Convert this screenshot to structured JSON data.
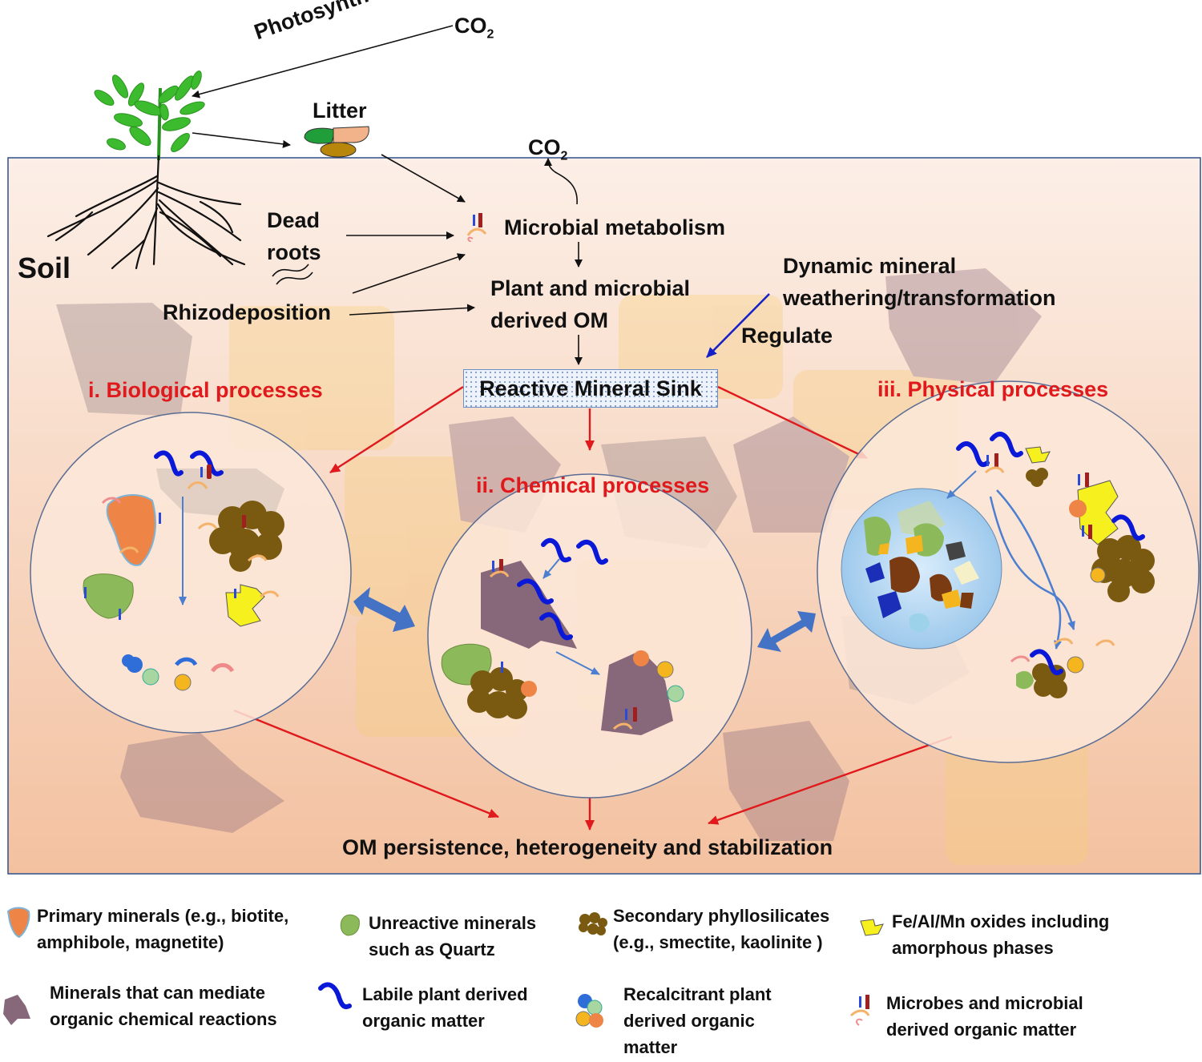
{
  "atmosphere": {
    "photosynthesis": "Photosynthesis",
    "co2_atm": "CO",
    "co2_sub": "2",
    "litter": "Litter"
  },
  "soil": {
    "label": "Soil",
    "dead_roots_line1": "Dead",
    "dead_roots_line2": "roots",
    "rhizodeposition": "Rhizodeposition",
    "co2_resp": "CO",
    "co2_resp_sub": "2",
    "microbial_metabolism": "Microbial metabolism",
    "om_line1": "Plant and microbial",
    "om_line2": "derived  OM",
    "weathering_line1": "Dynamic mineral",
    "weathering_line2": "weathering/transformation",
    "regulate": "Regulate",
    "sink": "Reactive Mineral Sink",
    "bio": "i. Biological processes",
    "chem": "ii. Chemical processes",
    "phys": "iii. Physical processes",
    "outcome": "OM persistence, heterogeneity and stabilization"
  },
  "legend": [
    {
      "icon": "primary-mineral-icon",
      "line1": "Primary minerals (e.g., biotite,",
      "line2": "amphibole, magnetite)",
      "line3": ""
    },
    {
      "icon": "unreactive-mineral-icon",
      "line1": "Unreactive minerals",
      "line2": "such as Quartz",
      "line3": ""
    },
    {
      "icon": "phyllosilicate-icon",
      "line1": "Secondary phyllosilicates",
      "line2": "(e.g., smectite, kaolinite )",
      "line3": ""
    },
    {
      "icon": "oxide-icon",
      "line1": "Fe/Al/Mn oxides including",
      "line2": "amorphous phases",
      "line3": ""
    },
    {
      "icon": "reactive-mineral-icon",
      "line1": "Minerals that can mediate",
      "line2": "organic chemical reactions",
      "line3": ""
    },
    {
      "icon": "labile-om-icon",
      "line1": "Labile plant derived",
      "line2": "organic matter",
      "line3": ""
    },
    {
      "icon": "recalcitrant-om-icon",
      "line1": "Recalcitrant plant",
      "line2": "derived organic",
      "line3": "matter"
    },
    {
      "icon": "microbe-icon",
      "line1": "Microbes and microbial",
      "line2": "derived organic matter",
      "line3": ""
    }
  ],
  "colors": {
    "soil_top": "#fbeee6",
    "soil_bottom": "#f3c3a1",
    "process_red": "#e0191c",
    "regulate_blue": "#1620c8",
    "exchange_blue": "#4472c4",
    "quartz_green": "#8cba5a",
    "phyllo_brown": "#7a5a10",
    "oxide_yellow": "#f5f01e",
    "primary_orange": "#ee8446",
    "reactive_mauve": "#87677a",
    "labile_blue": "#0a18d8"
  }
}
